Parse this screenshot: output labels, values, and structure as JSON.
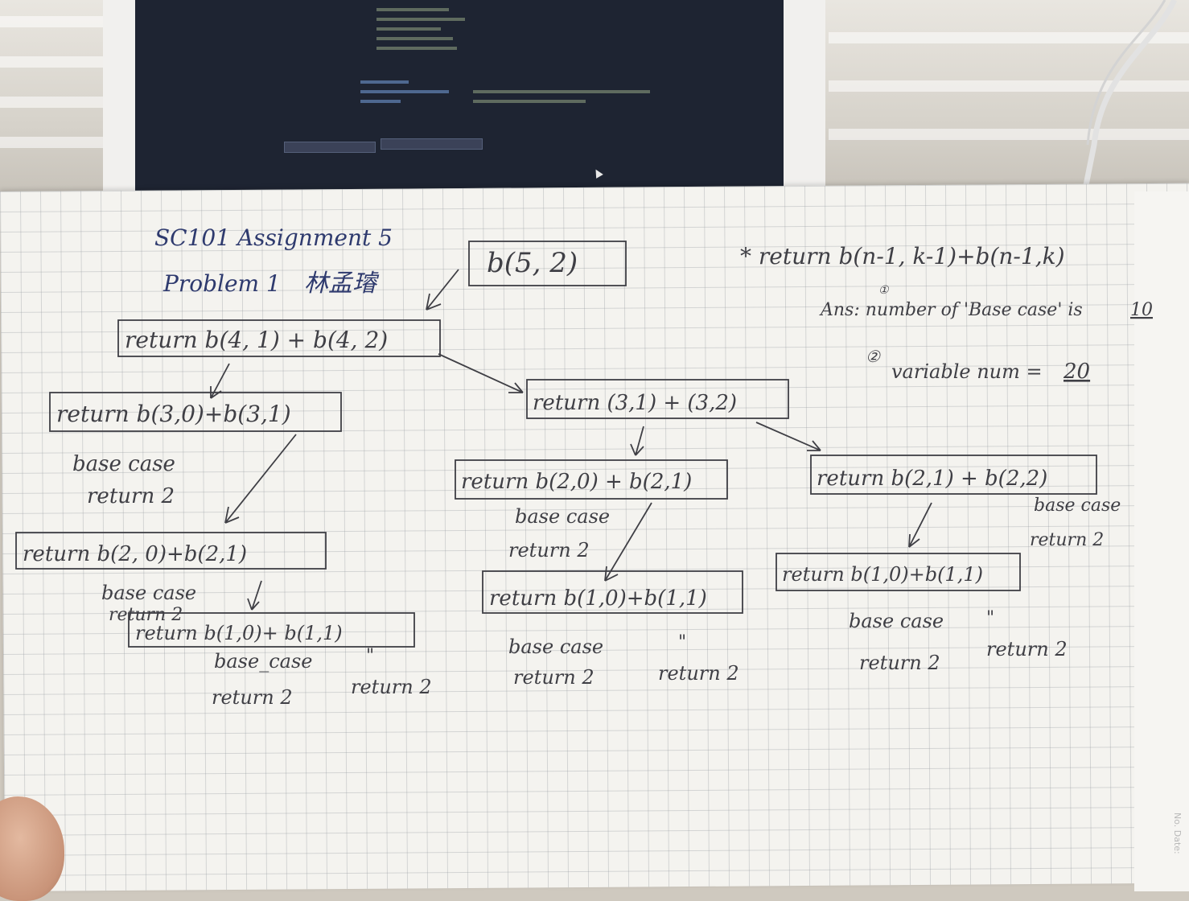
{
  "header": {
    "course": "SC101 Assignment 5",
    "problem": "Problem 1",
    "author": "林孟璿"
  },
  "root_call": "b(5, 2)",
  "formula": "* return b(n-1, k-1)+b(n-1,k)",
  "answers": {
    "q1_marker": "①",
    "q1_text": "Ans: number of 'Base case' is",
    "q1_value": "10",
    "q2_marker": "②",
    "q2_text": "variable num =",
    "q2_value": "20"
  },
  "tree": {
    "level1": "return b(4, 1) + b(4, 2)",
    "l2_left": "return b(3,0)+b(3,1)",
    "l2_right": "return (3,1) + (3,2)",
    "l2_left_note": [
      "base case",
      "return 2"
    ],
    "l3_a": "return b(2, 0)+b(2,1)",
    "l3_a_note": [
      "base case",
      "return 2"
    ],
    "l4_a": "return b(1,0)+ b(1,1)",
    "l4_a_notes": [
      "base_case",
      "return 2",
      "\"",
      "return 2"
    ],
    "l3_b": "return b(2,0) + b(2,1)",
    "l3_b_note": [
      "base case",
      "return 2"
    ],
    "l4_b": "return b(1,0)+b(1,1)",
    "l4_b_notes": [
      "base case",
      "return 2",
      "\"",
      "return 2"
    ],
    "l3_c": "return b(2,1) + b(2,2)",
    "l3_c_note": [
      "base case",
      "return 2"
    ],
    "l4_c": "return b(1,0)+b(1,1)",
    "l4_c_notes": [
      "base case",
      "return 2",
      "\"",
      "return 2"
    ]
  },
  "paper_footer": "No. Date:",
  "colors": {
    "ink": "#3f3f45",
    "blue_ink": "#2e3a6e",
    "paper": "#f4f3ef",
    "screen": "#1e2432"
  }
}
